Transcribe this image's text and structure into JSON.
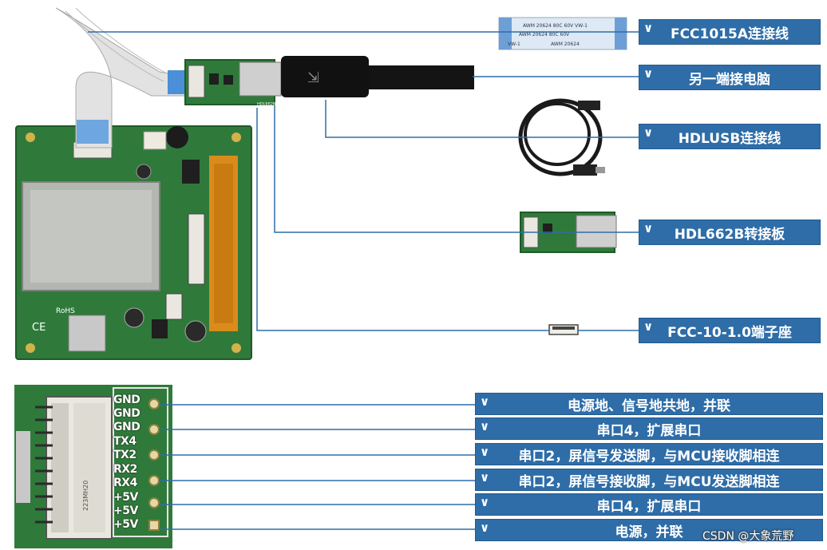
{
  "top_labels": [
    {
      "text": "FCC1015A连接线"
    },
    {
      "text": "另一端接电脑"
    },
    {
      "text": "HDLUSB连接线"
    },
    {
      "text": "HDL662B转接板"
    },
    {
      "text": "FCC-10-1.0端子座"
    }
  ],
  "bottom_labels": [
    {
      "text": "电源地、信号地共地，并联"
    },
    {
      "text": "串口4，扩展串口"
    },
    {
      "text": "串口2，屏信号发送脚，与MCU接收脚相连"
    },
    {
      "text": "串口2，屏信号接收脚，与MCU发送脚相连"
    },
    {
      "text": "串口4，扩展串口"
    },
    {
      "text": "电源，并联"
    }
  ],
  "pins": [
    "GND",
    "GND",
    "GND",
    "TX4",
    "TX2",
    "RX2",
    "RX4",
    "+5V",
    "+5V",
    "+5V"
  ],
  "cable_print": [
    "AWM 20624 80C 60V VW-1",
    "AWM 20624 80C 60V",
    "VW-1",
    "AWM 20624"
  ],
  "board_marks": [
    "RoHS",
    "CE",
    "HDL662B",
    "223MH20"
  ],
  "watermark": "CSDN @大象荒野",
  "chevron_symbol": "∨",
  "colors": {
    "label_bg": "#2e6da8",
    "pcb": "#2f7a3a",
    "line": "#2e6da8"
  }
}
